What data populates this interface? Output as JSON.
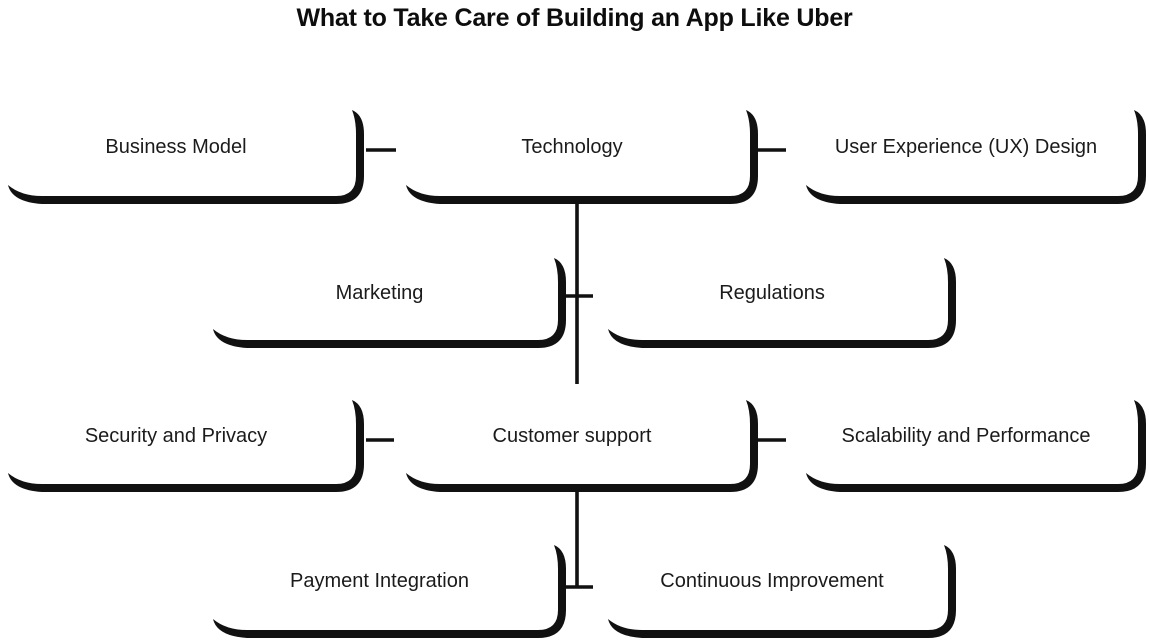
{
  "title": "What to Take Care of Building an App Like Uber",
  "colors": {
    "stroke": "#111111",
    "text": "#1b1b1b",
    "background": "#ffffff"
  },
  "nodes": [
    {
      "id": "business-model",
      "label": "Business Model"
    },
    {
      "id": "technology",
      "label": "Technology"
    },
    {
      "id": "ux-design",
      "label": "User Experience (UX) Design"
    },
    {
      "id": "marketing",
      "label": "Marketing"
    },
    {
      "id": "regulations",
      "label": "Regulations"
    },
    {
      "id": "security-and-privacy",
      "label": "Security and Privacy"
    },
    {
      "id": "customer-support",
      "label": "Customer support"
    },
    {
      "id": "scalability-performance",
      "label": "Scalability and Performance"
    },
    {
      "id": "payment-integration",
      "label": "Payment Integration"
    },
    {
      "id": "continuous-improvement",
      "label": "Continuous Improvement"
    }
  ]
}
